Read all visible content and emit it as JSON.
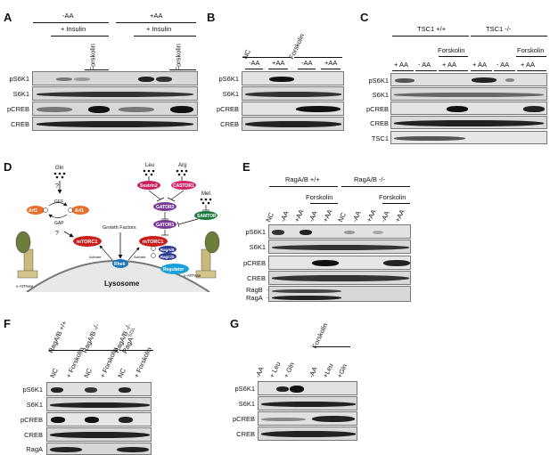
{
  "panels": {
    "A": {
      "letter": "A",
      "groups": [
        "-AA",
        "+AA"
      ],
      "treatments": [
        "+ Insulin",
        "+ Insulin"
      ],
      "lane_labels": [
        "Forskolin",
        "Forskolin"
      ],
      "rows": [
        "pS6K1",
        "S6K1",
        "pCREB",
        "CREB"
      ]
    },
    "B": {
      "letter": "B",
      "groups": [
        "NC",
        "Forskolin"
      ],
      "lanes": [
        "-AA",
        "+AA",
        "-AA",
        "+AA"
      ],
      "rows": [
        "pS6K1",
        "S6K1",
        "pCREB",
        "CREB"
      ]
    },
    "C": {
      "letter": "C",
      "groups": [
        "TSC1 +/+",
        "TSC1 -/-"
      ],
      "sub": [
        "Forskolin",
        "Forskolin"
      ],
      "lanes": [
        "+ AA",
        "- AA",
        "+ AA",
        "+ AA",
        "- AA",
        "+ AA"
      ],
      "rows": [
        "pS6K1",
        "S6K1",
        "pCREB",
        "CREB",
        "TSC1"
      ]
    },
    "D": {
      "letter": "D",
      "labels": {
        "gln": "Gln",
        "q1": "?",
        "gef": "GEF",
        "gap": "GAP",
        "q2": "?",
        "arf1a": "Arf1",
        "arf1b": "Arf1",
        "mtorc1a": "mTORC1",
        "growth": "Growth Factors",
        "leu": "Leu",
        "arg": "Arg",
        "met": "Met",
        "sestrin": "Sestrin2",
        "castor": "CASTOR1",
        "gator2": "GATOR2",
        "gator1": "GATOR1",
        "samtor": "SAMTOR",
        "mtorc1b": "mTORC1",
        "ragab": "RagA/B",
        "ragcd": "RagC/D",
        "rheb": "Rheb",
        "regulator": "Regulator",
        "lysosome": "Lysosome",
        "vatpase_l": "v-ATPase",
        "vatpase_r": "v-ATPase",
        "activate_l": "Activate",
        "activate_r": "Activate"
      }
    },
    "E": {
      "letter": "E",
      "groups": [
        "RagA/B +/+",
        "RagA/B -/-"
      ],
      "sub": [
        "Forskolin",
        "Forskolin"
      ],
      "lanes": [
        "NC",
        "-AA",
        "+AA",
        "-AA",
        "+AA",
        "NC",
        "-AA",
        "+AA",
        "-AA",
        "+AA"
      ],
      "rows": [
        "pS6K1",
        "S6K1",
        "pCREB",
        "CREB",
        "RagB",
        "RagA"
      ]
    },
    "F": {
      "letter": "F",
      "groups": [
        "RagA/B +/+",
        "RagA/B -/-",
        "RagA/B -/-",
        "RagA"
      ],
      "group_sup": "S21L",
      "lanes": [
        "NC",
        "+ Forskolin",
        "NC",
        "+ Forskolin",
        "NC",
        "+ Forskolin"
      ],
      "rows": [
        "pS6K1",
        "S6K1",
        "pCREB",
        "CREB",
        "RagA"
      ]
    },
    "G": {
      "letter": "G",
      "sub": "Forskolin",
      "lanes": [
        "-AA",
        "+ Leu",
        "+ Gln",
        "-AA",
        "+Leu",
        "+Gln"
      ],
      "rows": [
        "pS6K1",
        "S6K1",
        "pCREB",
        "CREB"
      ]
    }
  }
}
